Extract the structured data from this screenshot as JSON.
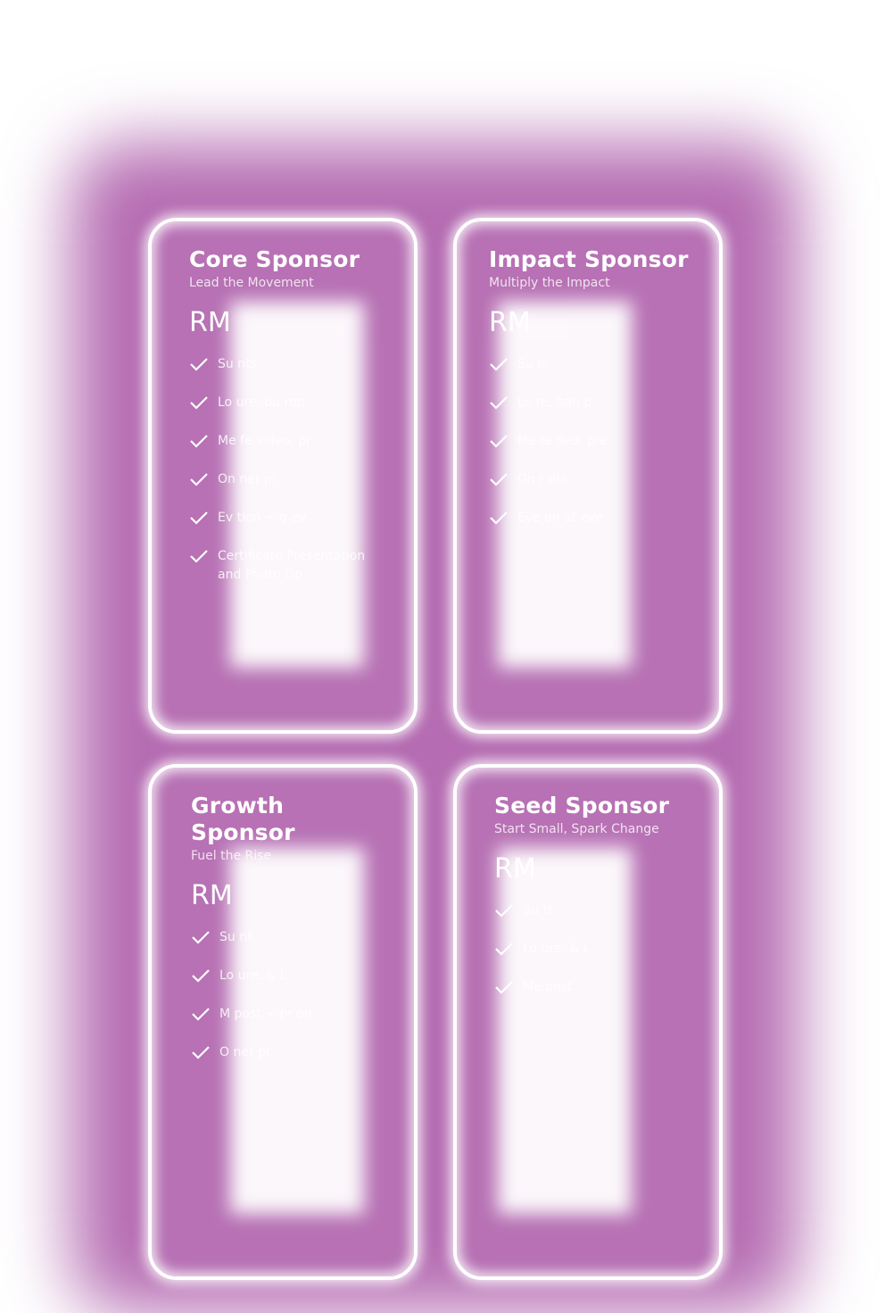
{
  "intro": {
    "text": ""
  },
  "cards": [
    {
      "title": "Core Sponsor",
      "subtitle": "Lead the Movement",
      "price": "RM",
      "features": [
        "Su                         nts",
        "Lo                         ure, bu                         rop",
        "Me                         fe                           video, pr",
        "On                         ner pl",
        "Ev                         tion +                         g ev",
        "Certificate Presentation and Photo Op"
      ]
    },
    {
      "title": "Impact Sponsor",
      "subtitle": "Multiply the Impact",
      "price": "RM",
      "features": [
        "Su                         ts",
        "Lo                         re, ban                         p",
        "Me                         fe                           deo, pre",
        "On                         r pla",
        "Eve                         on at eve"
      ]
    },
    {
      "title": "Growth Sponsor",
      "subtitle": "Fuel the Rise",
      "price": "RM",
      "features": [
        "Su                         nt",
        "Lo                         ure, & L",
        "M                         post + pr                         on",
        "O                         ner pl"
      ]
    },
    {
      "title": "Seed Sponsor",
      "subtitle": "Start Small, Spark Change",
      "price": "RM",
      "features": [
        "Su                         ts",
        "Lo                         ure, & L",
        "Me                         post"
      ]
    }
  ],
  "icons": {
    "check": "check-icon"
  },
  "colors": {
    "glow": "#b56cb2",
    "card_border": "#ffffff",
    "text": "#ffffff"
  }
}
